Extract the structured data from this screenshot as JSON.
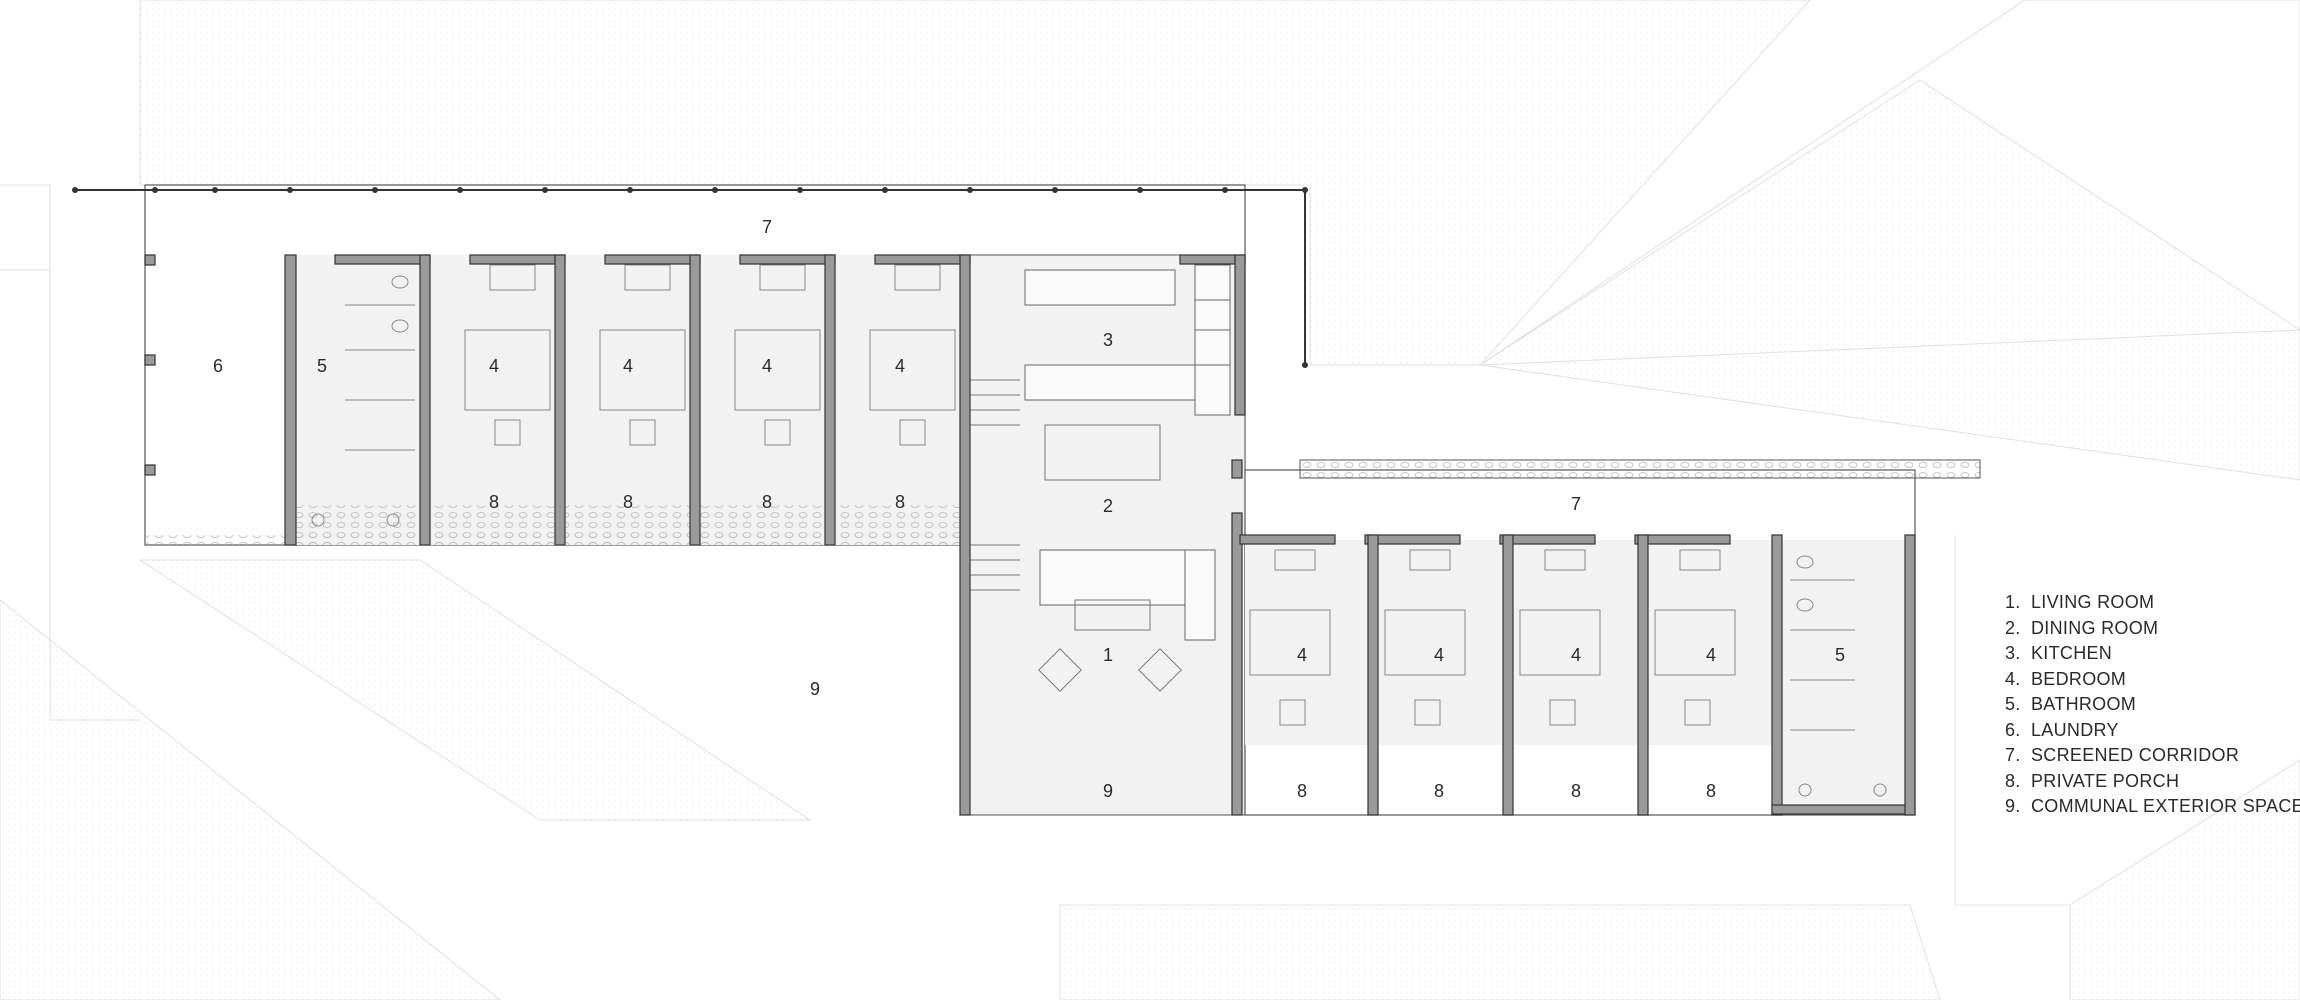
{
  "legend": [
    {
      "num": "1.",
      "label": "LIVING ROOM"
    },
    {
      "num": "2.",
      "label": "DINING ROOM"
    },
    {
      "num": "3.",
      "label": "KITCHEN"
    },
    {
      "num": "4.",
      "label": "BEDROOM"
    },
    {
      "num": "5.",
      "label": "BATHROOM"
    },
    {
      "num": "6.",
      "label": "LAUNDRY"
    },
    {
      "num": "7.",
      "label": "SCREENED CORRIDOR"
    },
    {
      "num": "8.",
      "label": "PRIVATE PORCH"
    },
    {
      "num": "9.",
      "label": "COMMUNAL EXTERIOR SPACE"
    }
  ],
  "rooms": {
    "corridor_top": "7",
    "laundry": "6",
    "bath_left": "5",
    "bed_l1": "4",
    "bed_l2": "4",
    "bed_l3": "4",
    "bed_l4": "4",
    "porch_l1": "8",
    "porch_l2": "8",
    "porch_l3": "8",
    "porch_l4": "8",
    "kitchen": "3",
    "dining": "2",
    "living": "1",
    "exterior_left": "9",
    "exterior_bottom": "9",
    "corridor_right": "7",
    "bed_r1": "4",
    "bed_r2": "4",
    "bed_r3": "4",
    "bed_r4": "4",
    "porch_r1": "8",
    "porch_r2": "8",
    "porch_r3": "8",
    "porch_r4": "8",
    "bath_right": "5"
  },
  "colors": {
    "wall_fill": "#9a9a9a",
    "wall_stroke": "#333333",
    "floor": "#f2f2f2",
    "line": "#555555",
    "site_line": "#dddddd"
  }
}
